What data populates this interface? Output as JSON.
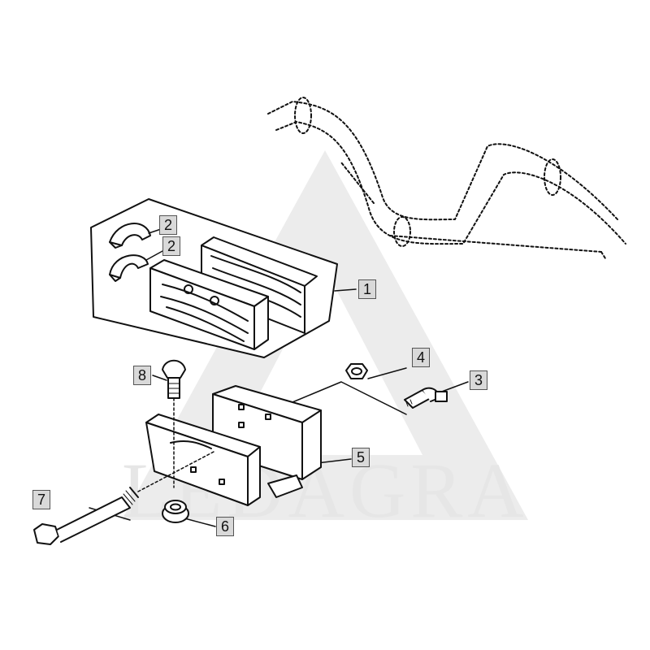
{
  "watermark": {
    "text": "LEDAGRA",
    "color": "#e6e6e6"
  },
  "callouts": [
    {
      "id": "c1",
      "number": "1"
    },
    {
      "id": "c2a",
      "number": "2"
    },
    {
      "id": "c2b",
      "number": "2"
    },
    {
      "id": "c3",
      "number": "3"
    },
    {
      "id": "c4",
      "number": "4"
    },
    {
      "id": "c5",
      "number": "5"
    },
    {
      "id": "c6",
      "number": "6"
    },
    {
      "id": "c7",
      "number": "7"
    },
    {
      "id": "c8",
      "number": "8"
    }
  ],
  "colors": {
    "line": "#111111",
    "callout_fill": "#d9d9d9",
    "watermark": "#e6e6e6"
  }
}
